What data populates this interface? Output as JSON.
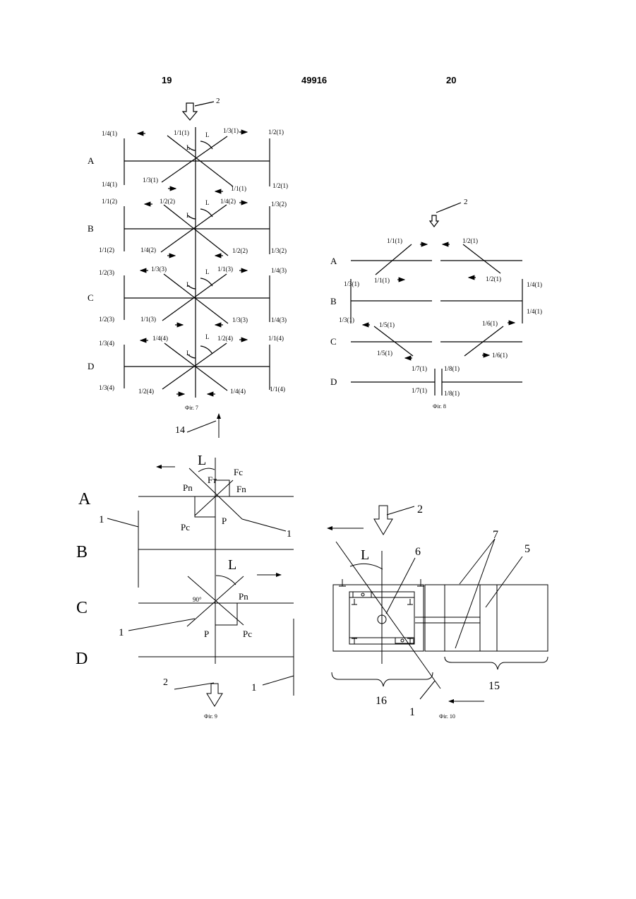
{
  "header": {
    "page_left": "19",
    "patent_number": "49916",
    "page_right": "20"
  },
  "fig7": {
    "caption": "Фіг. 7",
    "pointer": "2",
    "rows": [
      "A",
      "B",
      "C",
      "D"
    ],
    "angle": "L",
    "labels": [
      [
        "1/4(1)",
        "1/1(1)",
        "1/3(1)",
        "1/2(1)",
        "1/4(1)",
        "1/3(1)",
        "1/1(1)",
        "1/2(1)"
      ],
      [
        "1/1(2)",
        "1/2(2)",
        "1/4(2)",
        "1/3(2)",
        "1/1(2)",
        "1/4(2)",
        "1/2(2)",
        "1/3(2)"
      ],
      [
        "1/2(3)",
        "1/3(3)",
        "1/1(3)",
        "1/4(3)",
        "1/2(3)",
        "1/1(3)",
        "1/3(3)",
        "1/4(3)"
      ],
      [
        "1/3(4)",
        "1/4(4)",
        "1/2(4)",
        "1/1(4)",
        "1/3(4)",
        "1/2(4)",
        "1/4(4)",
        "1/1(4)"
      ]
    ]
  },
  "fig8": {
    "caption": "Фіг. 8",
    "pointer": "2",
    "rows": [
      "A",
      "B",
      "C",
      "D"
    ],
    "labels": [
      "1/1(1)",
      "1/2(1)",
      "1/1(1)",
      "1/2(1)",
      "1/3(1)",
      "1/3(1)",
      "1/4(1)",
      "1/4(1)",
      "1/5(1)",
      "1/6(1)",
      "1/5(1)",
      "1/6(1)",
      "1/7(1)",
      "1/8(1)",
      "1/7(1)",
      "1/8(1)"
    ]
  },
  "fig9": {
    "caption": "Фіг. 9",
    "pointer_top": "14",
    "pointer_bottom": "2",
    "rows": [
      "A",
      "B",
      "C",
      "D"
    ],
    "angle": "L",
    "right_angle": "90°",
    "forces": {
      "fc": "Fc",
      "ft": "Fт",
      "fn": "Fn",
      "pn_top": "Pn",
      "pc_top": "Pc",
      "p_top": "P",
      "pn_bottom": "Pn",
      "pc_bottom": "Pc",
      "p_bottom": "P"
    },
    "callouts": [
      "1",
      "1",
      "1",
      "1"
    ]
  },
  "fig10": {
    "caption": "Фіг. 10",
    "angle": "L",
    "callouts": {
      "c2": "2",
      "c6": "6",
      "c7": "7",
      "c5": "5",
      "c15": "15",
      "c16": "16",
      "c1": "1"
    }
  }
}
